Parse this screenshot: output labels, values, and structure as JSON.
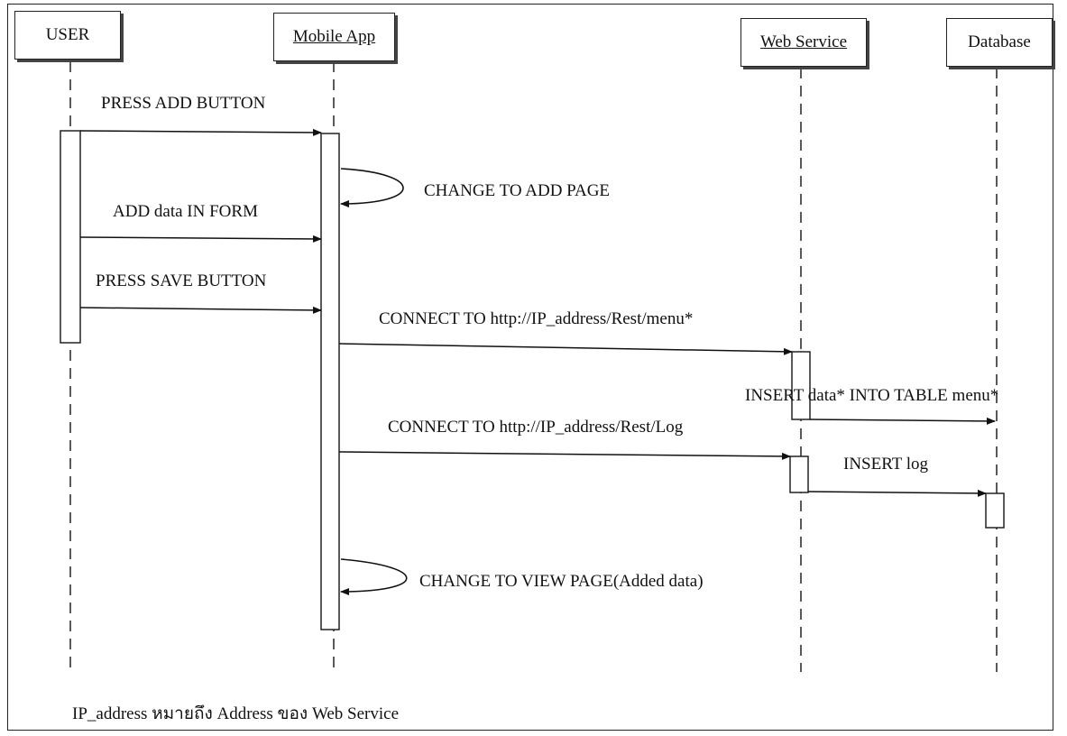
{
  "actors": [
    {
      "name": "USER"
    },
    {
      "name": "Mobile App"
    },
    {
      "name": "Web Service"
    },
    {
      "name": "Database"
    }
  ],
  "messages": [
    {
      "label": "PRESS ADD BUTTON"
    },
    {
      "label": "CHANGE TO ADD PAGE"
    },
    {
      "label": "ADD data IN FORM"
    },
    {
      "label": "PRESS SAVE BUTTON"
    },
    {
      "label": "CONNECT TO http://IP_address/Rest/menu*"
    },
    {
      "label": "INSERT data* INTO TABLE menu*"
    },
    {
      "label": "CONNECT TO http://IP_address/Rest/Log"
    },
    {
      "label": "INSERT log"
    },
    {
      "label": "CHANGE TO VIEW PAGE(Added data)"
    }
  ],
  "footnote": "IP_address หมายถึง Address ของ Web Service"
}
